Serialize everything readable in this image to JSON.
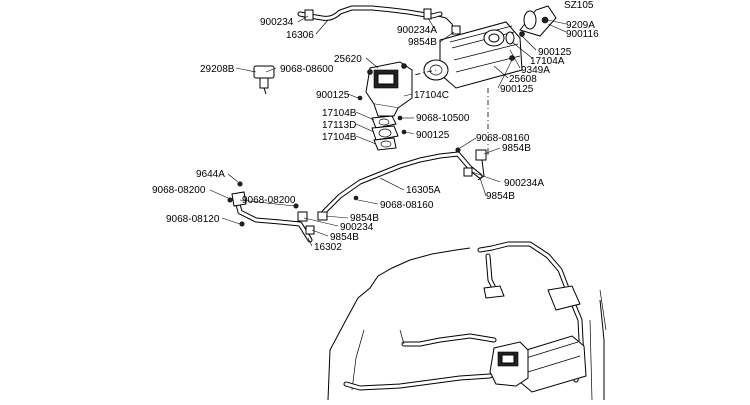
{
  "labels": {
    "l900234_top": "900234",
    "l16306": "16306",
    "l900234A_top": "900234A",
    "l9854B_top": "9854B",
    "l9209A": "9209A",
    "l900116": "900116",
    "l900125_r": "900125",
    "l17104A": "17104A",
    "l9349A": "9349A",
    "l25608": "25608",
    "l900125_r2": "900125",
    "l29208B": "29208B",
    "l9068_08600": "9068-08600",
    "l25620": "25620",
    "l900125_l": "900125",
    "l17104C": "17104C",
    "l17104B_a": "17104B",
    "l17113D": "17113D",
    "l17104B_b": "17104B",
    "l9068_10500": "9068-10500",
    "l900125_m": "900125",
    "l9068_08160_r": "9068-08160",
    "l9854B_r": "9854B",
    "l900234A_r": "900234A",
    "l9854B_r2": "9854B",
    "l9644A": "9644A",
    "l9068_08200_a": "9068-08200",
    "l9068_08200_b": "9068-08200",
    "l9068_08120": "9068-08120",
    "l16305A": "16305A",
    "l9068_08160_m": "9068-08160",
    "l9854B_m": "9854B",
    "l900234_m": "900234",
    "l9854B_m2": "9854B",
    "l16302": "16302",
    "lSZ105": "SZ105"
  }
}
